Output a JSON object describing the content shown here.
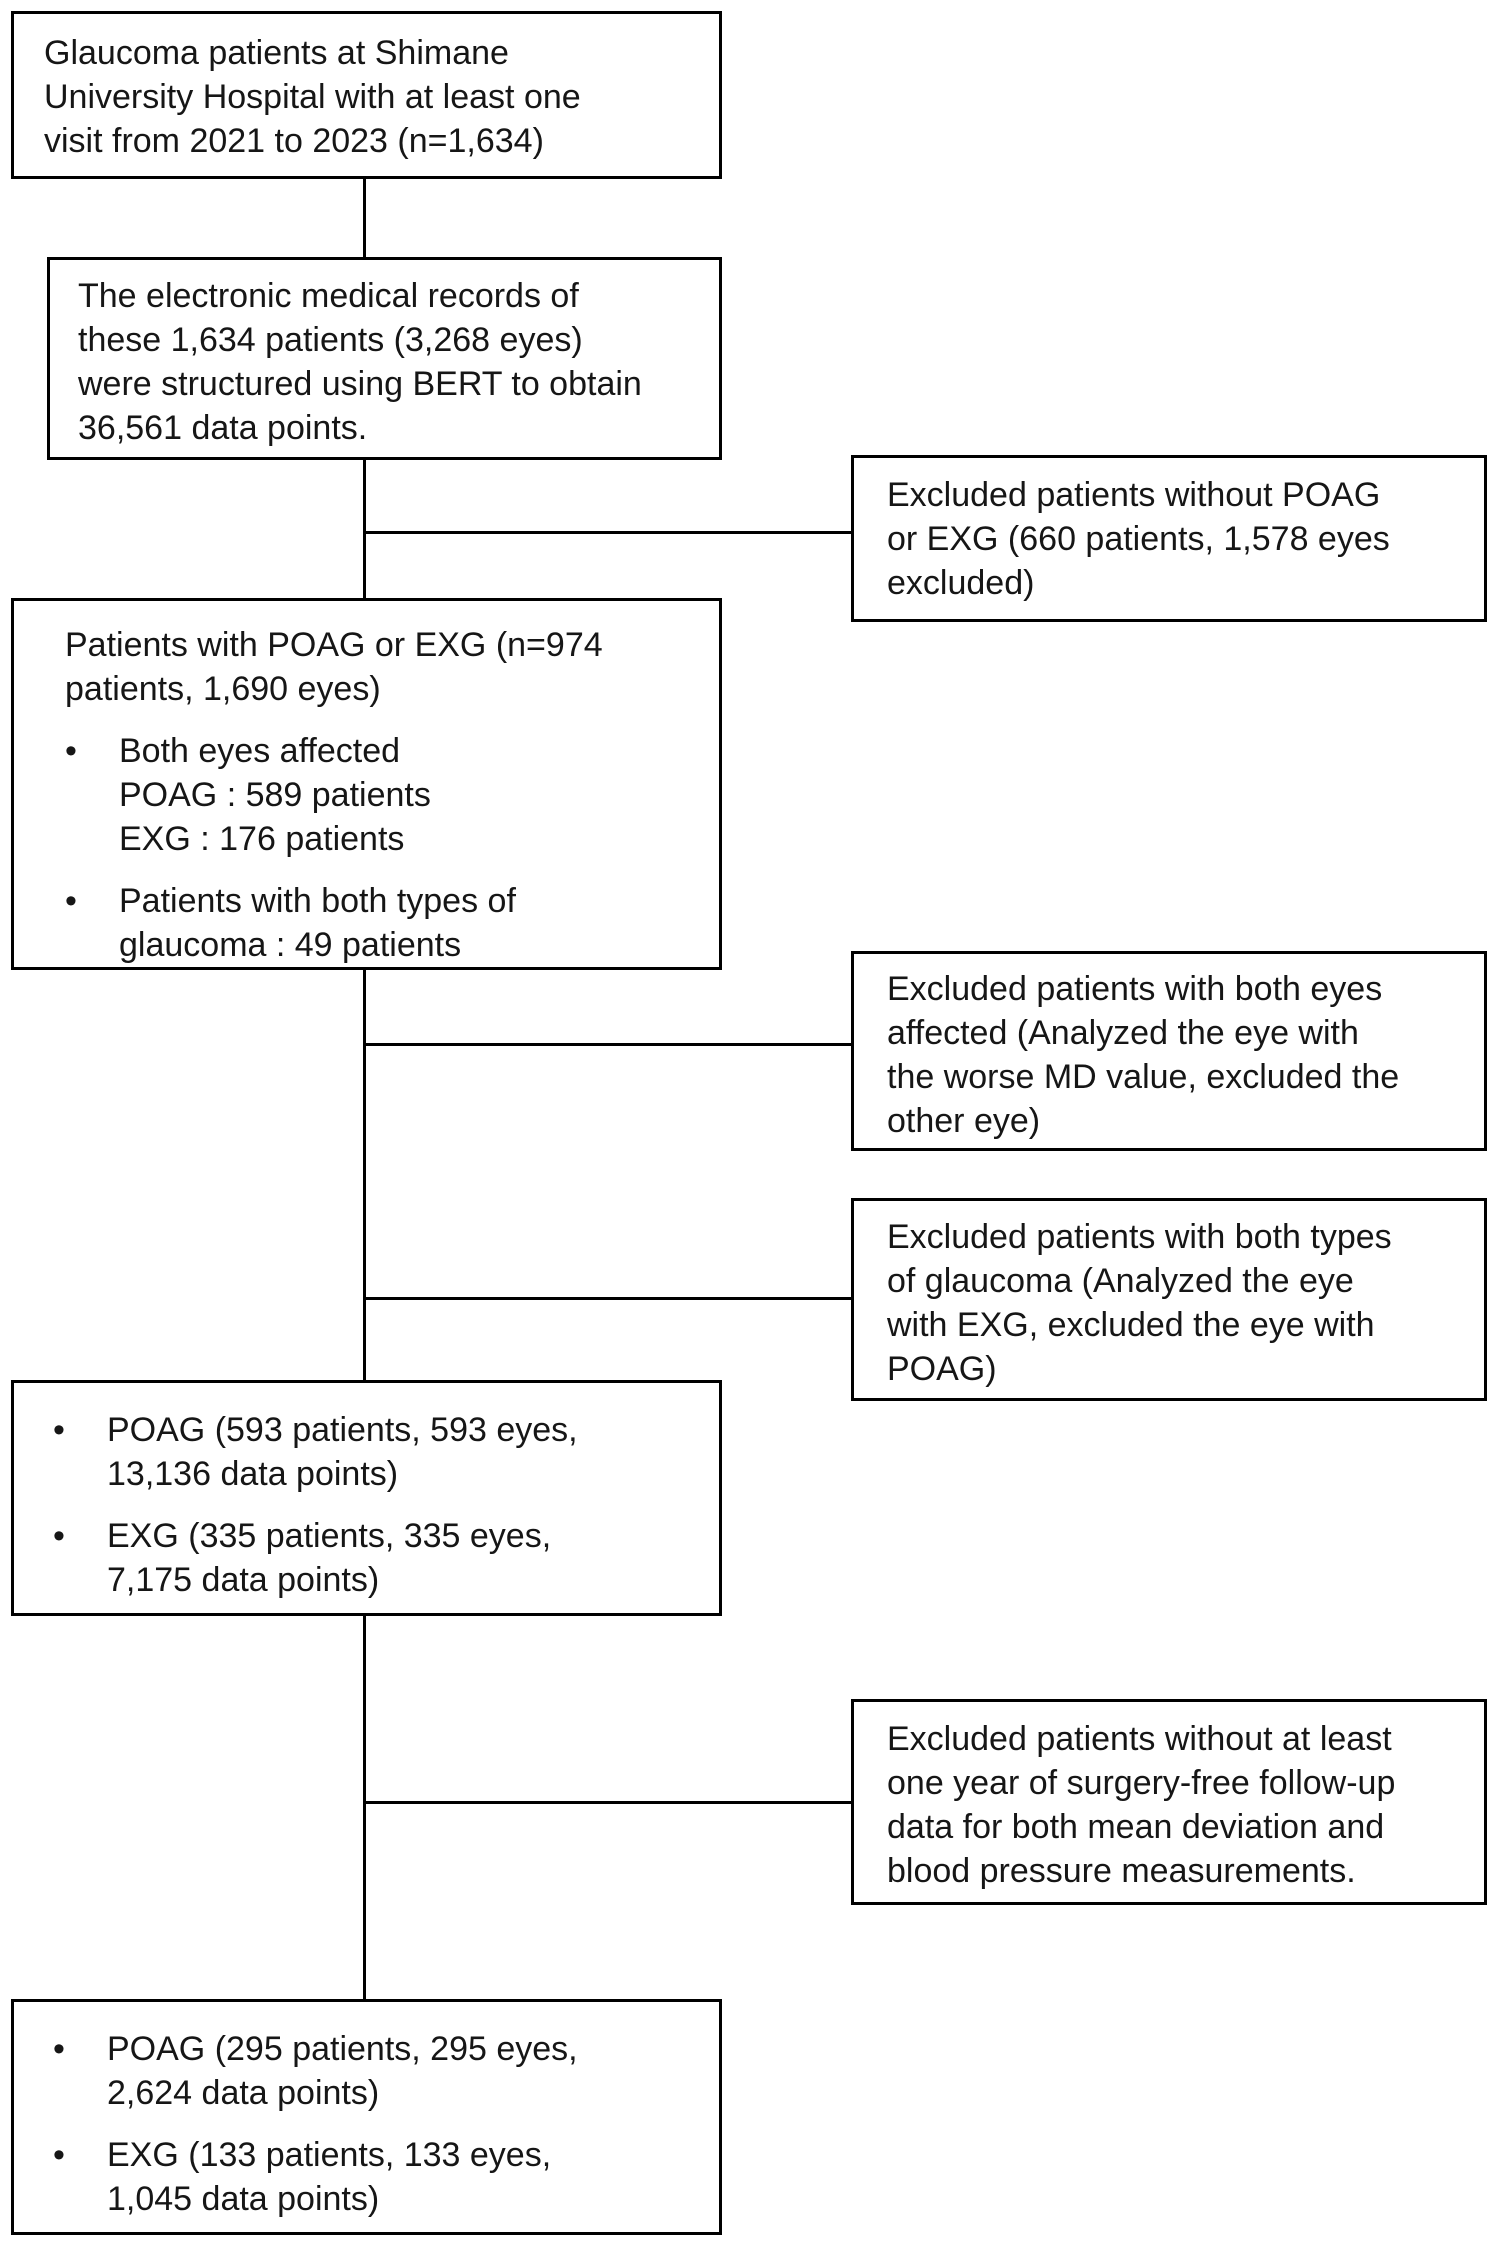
{
  "glyphs": {
    "bullet": "•"
  },
  "colors": {
    "border": "#000000",
    "text": "#161616",
    "background": "#ffffff"
  },
  "boxes": {
    "initial_cohort": {
      "text": "Glaucoma patients at Shimane\nUniversity Hospital with at least one\nvisit from 2021 to 2023 (n=1,634)"
    },
    "bert_structuring": {
      "text": "The electronic medical records of\nthese 1,634 patients (3,268 eyes)\nwere structured using BERT to obtain\n36,561 data points."
    },
    "excluded_no_poag_exg": {
      "text": "Excluded patients without POAG\nor EXG (660 patients, 1,578 eyes\nexcluded)"
    },
    "poag_exg_cohort": {
      "title": "Patients with POAG or EXG (n=974\npatients, 1,690 eyes)",
      "bullets": [
        "Both eyes affected\nPOAG : 589 patients\nEXG : 176 patients",
        "Patients with both types of\nglaucoma : 49 patients"
      ]
    },
    "excluded_both_eyes": {
      "text": "Excluded patients with both eyes\naffected (Analyzed the eye with\nthe worse MD value, excluded the\nother eye)"
    },
    "excluded_both_types": {
      "text": "Excluded patients with both types\nof glaucoma (Analyzed the eye\nwith EXG, excluded the eye with\nPOAG)"
    },
    "single_eye_cohort": {
      "bullets": [
        "POAG (593 patients, 593 eyes,\n13,136 data points)",
        "EXG (335 patients, 335 eyes,\n7,175 data points)"
      ]
    },
    "excluded_no_followup": {
      "text": "Excluded patients without at least\none year of surgery-free follow-up\ndata for both mean deviation and\nblood pressure measurements."
    },
    "final_cohort": {
      "bullets": [
        "POAG (295 patients, 295 eyes,\n2,624 data points)",
        "EXG (133 patients, 133 eyes,\n1,045 data points)"
      ]
    }
  }
}
